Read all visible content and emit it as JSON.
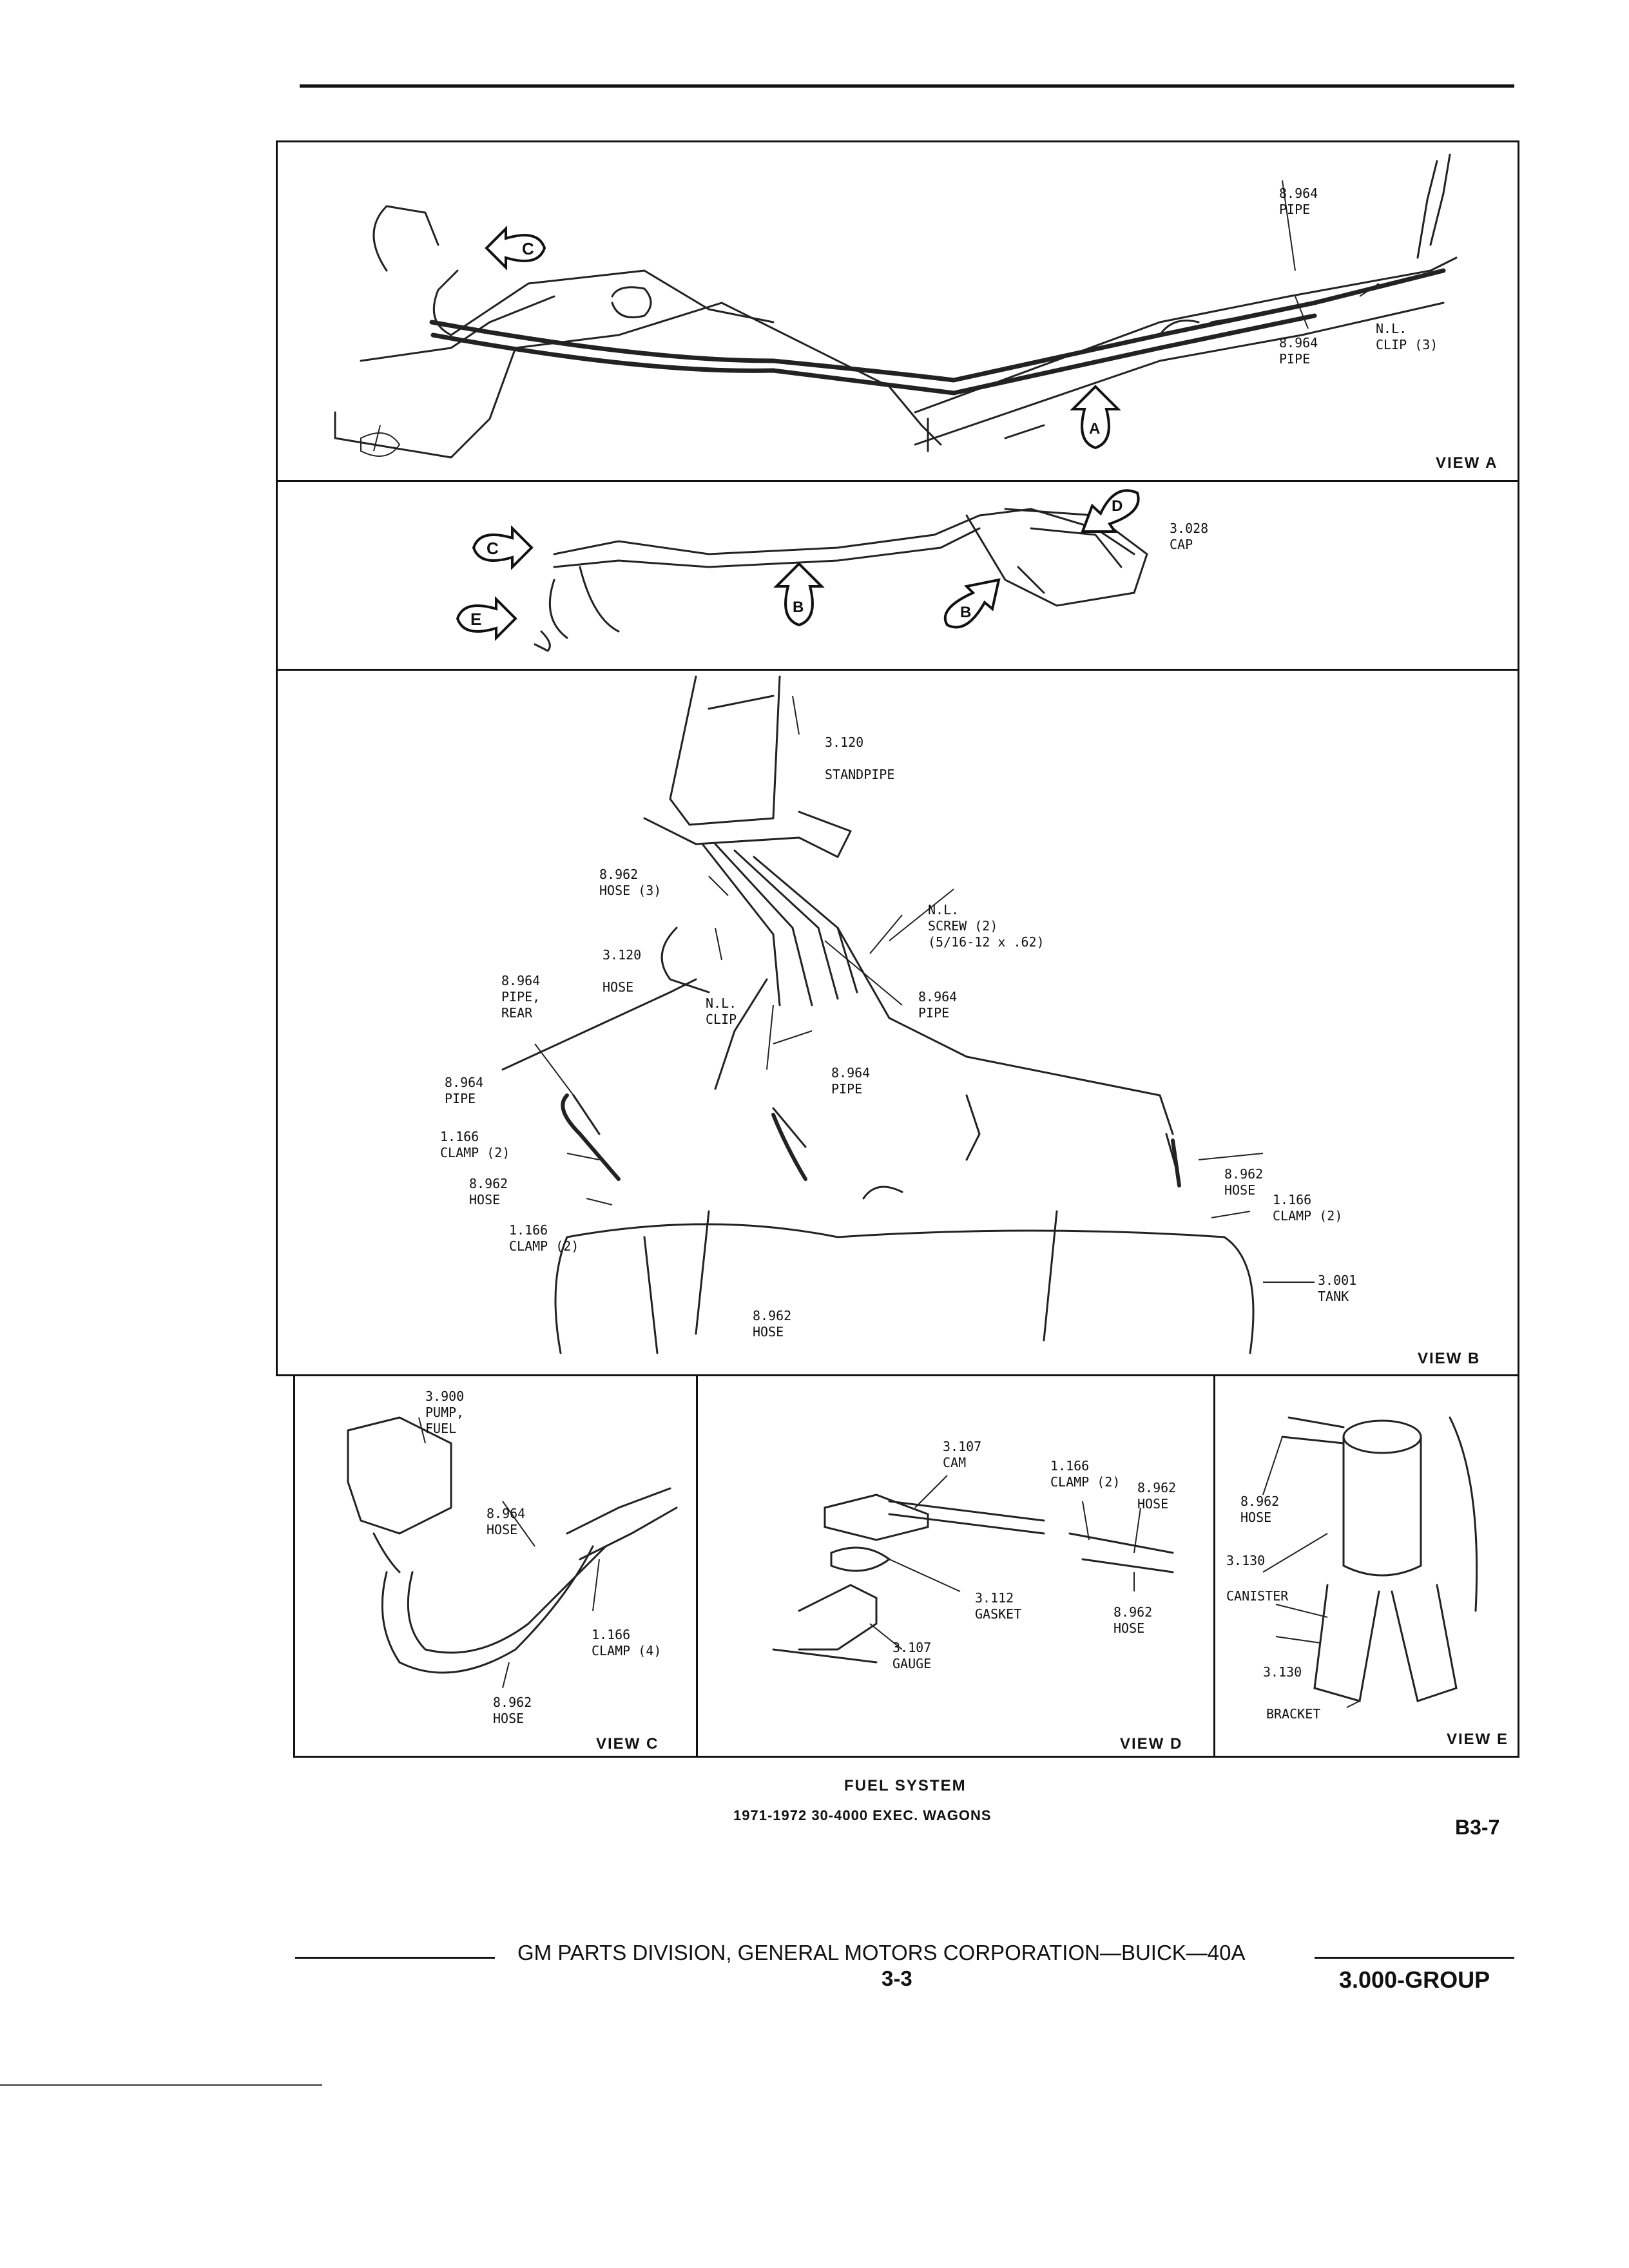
{
  "view_a": {
    "title": "VIEW A",
    "labels": [
      "8.964\nPIPE",
      "8.964\nPIPE",
      "N.L.\nCLIP (3)"
    ],
    "arrows": [
      "C",
      "A"
    ]
  },
  "view_b_top": {
    "labels": [
      "3.028\nCAP"
    ],
    "arrows": [
      "C",
      "E",
      "B",
      "B",
      "D"
    ]
  },
  "view_b": {
    "title": "VIEW B",
    "labels": [
      "3.120\n\nSTANDPIPE",
      "8.962\nHOSE (3)",
      "N.L.\nSCREW (2)\n(5/16-12 x .62)",
      "3.120\n\nHOSE",
      "8.964\nPIPE,\nREAR",
      "N.L.\nCLIP",
      "8.964\nPIPE",
      "8.964\nPIPE",
      "8.964\nPIPE",
      "1.166\nCLAMP (2)",
      "8.962\nHOSE",
      "1.166\nCLAMP (2)",
      "8.962\nHOSE",
      "1.166\nCLAMP (2)",
      "3.001\nTANK",
      "8.962\nHOSE"
    ]
  },
  "view_c": {
    "title": "VIEW C",
    "labels": [
      "3.900\nPUMP,\nFUEL",
      "8.964\nHOSE",
      "1.166\nCLAMP (4)",
      "8.962\nHOSE"
    ]
  },
  "view_d": {
    "title": "VIEW D",
    "labels": [
      "3.107\nCAM",
      "1.166\nCLAMP (2)",
      "8.962\nHOSE",
      "3.112\nGASKET",
      "8.962\nHOSE",
      "3.107\nGAUGE"
    ]
  },
  "view_e": {
    "title": "VIEW E",
    "labels": [
      "8.962\nHOSE",
      "3.130",
      "CANISTER",
      "3.130",
      "BRACKET"
    ]
  },
  "caption": {
    "title": "FUEL SYSTEM",
    "subtitle": "1971-1972 30-4000 EXEC. WAGONS",
    "page_code": "B3-7"
  },
  "footer": {
    "division": "GM PARTS DIVISION, GENERAL MOTORS CORPORATION—BUICK—40A",
    "page": "3-3",
    "group": "3.000-GROUP"
  }
}
